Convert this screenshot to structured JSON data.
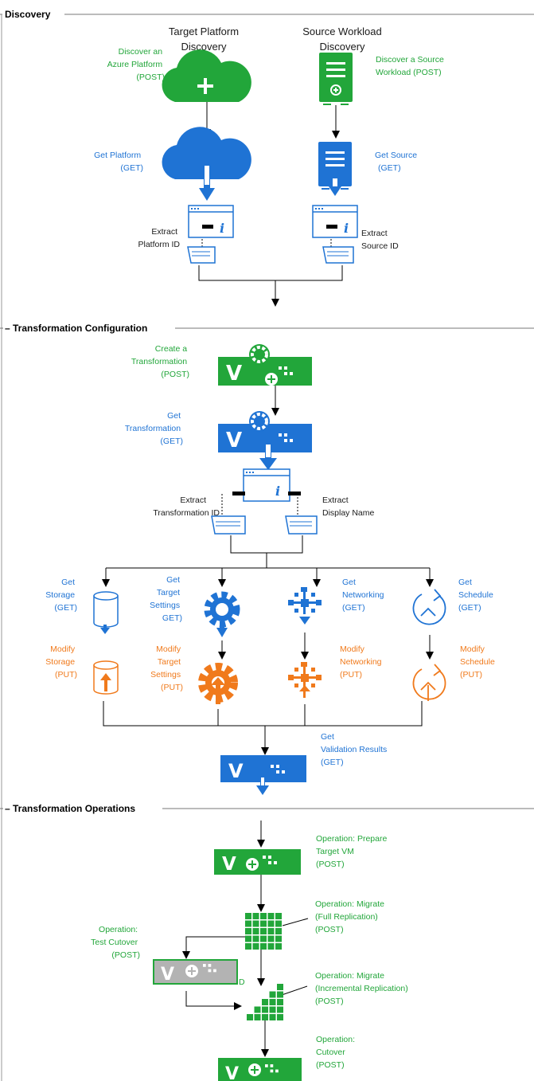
{
  "colors": {
    "green": "#22a63a",
    "blue": "#0f6fdb",
    "orange": "#f47b20",
    "gray": "#b3b3b3",
    "line": "#000000"
  },
  "sections": {
    "discovery": "Discovery",
    "config": "Transformation Configuration",
    "operations": "Transformation Operations"
  },
  "columns": {
    "target": [
      "Target Platform",
      "Discovery"
    ],
    "source": [
      "Source Workload",
      "Discovery"
    ]
  },
  "labels": {
    "discover_platform": [
      "Discover an",
      "Azure Platform",
      "(POST)"
    ],
    "discover_source": [
      "Discover a Source",
      "Workload (POST)"
    ],
    "get_platform": [
      "Get Platform",
      "(GET)"
    ],
    "get_source": [
      "Get Source",
      "(GET)"
    ],
    "extract_platform": [
      "Extract",
      "Platform ID"
    ],
    "extract_source": [
      "Extract",
      "Source ID"
    ],
    "create_transformation": [
      "Create a",
      "Transformation",
      "(POST)"
    ],
    "get_transformation": [
      "Get",
      "Transformation",
      "(GET)"
    ],
    "extract_tid": [
      "Extract",
      "Transformation ID"
    ],
    "extract_display": [
      "Extract",
      "Display Name"
    ],
    "get_storage": [
      "Get",
      "Storage",
      "(GET)"
    ],
    "get_target_settings": [
      "Get",
      "Target",
      "Settings",
      "GET)"
    ],
    "get_networking": [
      "Get",
      "Networking",
      "(GET)"
    ],
    "get_schedule": [
      "Get",
      "Schedule",
      "(GET)"
    ],
    "modify_storage": [
      "Modify",
      "Storage",
      "(PUT)"
    ],
    "modify_target_settings": [
      "Modify",
      "Target",
      "Settings",
      "(PUT)"
    ],
    "modify_networking": [
      "Modify",
      "Networking",
      "(PUT)"
    ],
    "modify_schedule": [
      "Modify",
      "Schedule",
      "(PUT)"
    ],
    "get_validation": [
      "Get",
      "Validation Results",
      "(GET)"
    ],
    "op_prepare": [
      "Operation: Prepare",
      "Target VM",
      "(POST)"
    ],
    "op_full": [
      "Operation: Migrate",
      "(Full Replication)",
      "(POST)"
    ],
    "op_test": [
      "Operation:",
      "Test Cutover",
      "(POST)"
    ],
    "op_incremental": [
      "Operation: Migrate",
      "(Incremental Replication)",
      "(POST)"
    ],
    "op_cutover": [
      "Operation:",
      "Cutover",
      "(POST)"
    ]
  },
  "glyphs": {
    "v": "V",
    "info": "i",
    "plus": "+",
    "stray": "D"
  }
}
